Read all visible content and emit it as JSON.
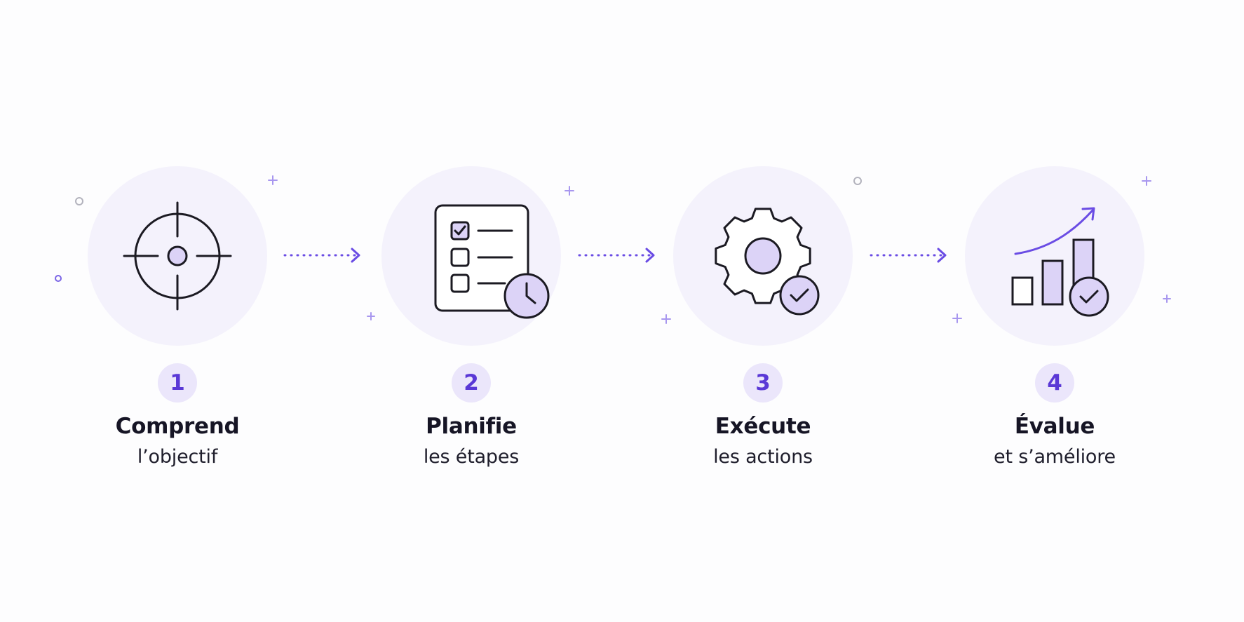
{
  "steps": [
    {
      "number": "1",
      "title": "Comprend",
      "subtitle": "l’objectif",
      "icon": "target-icon"
    },
    {
      "number": "2",
      "title": "Planifie",
      "subtitle": "les étapes",
      "icon": "checklist-clock-icon"
    },
    {
      "number": "3",
      "title": "Exécute",
      "subtitle": "les actions",
      "icon": "gear-check-icon"
    },
    {
      "number": "4",
      "title": "Évalue",
      "subtitle": "et s’améliore",
      "icon": "growth-chart-check-icon"
    }
  ],
  "colors": {
    "accent": "#6a4ce4",
    "accent_fill": "#dcd3f7",
    "circle_bg": "#f4f2fc",
    "badge_bg": "#ebe6fb",
    "line": "#1b1a22"
  }
}
